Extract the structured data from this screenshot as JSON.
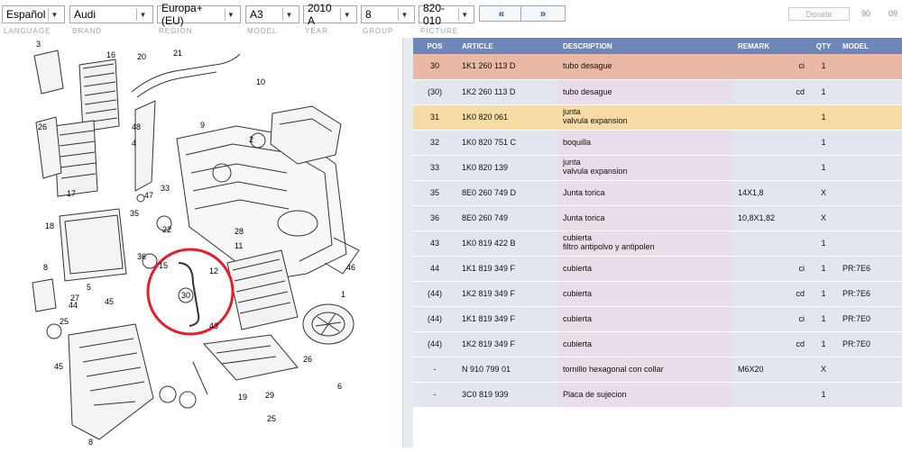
{
  "selectors": {
    "language": "Español",
    "brand": "Audi",
    "region": "Europa+ (EU)",
    "model": "A3",
    "year": "2010 A",
    "group": "8",
    "picture": "820-010"
  },
  "captions": {
    "language": "LANGUAGE",
    "brand": "BRAND",
    "region": "REGION",
    "model": "MODEL",
    "year": "YEAR",
    "group": "GROUP",
    "picture": "PICTURE"
  },
  "nav": {
    "prev": "«",
    "next": "»"
  },
  "donate": "Donate",
  "counters": {
    "a": "90",
    "b": "09"
  },
  "table": {
    "headers": {
      "pos": "POS",
      "article": "ARTICLE",
      "description": "DESCRIPTION",
      "remark": "REMARK",
      "qty": "QTY",
      "model": "MODEL"
    },
    "rows": [
      {
        "pos": "30",
        "article": "1K1 260 113 D",
        "desc1": "tubo desague",
        "desc2": "",
        "remark": "",
        "code": "ci",
        "qty": "1",
        "model": "",
        "hl": "hl1"
      },
      {
        "pos": "(30)",
        "article": "1K2 260 113 D",
        "desc1": "tubo desague",
        "desc2": "",
        "remark": "",
        "code": "cd",
        "qty": "1",
        "model": "",
        "hl": "norm"
      },
      {
        "pos": "31",
        "article": "1K0 820 061",
        "desc1": "junta",
        "desc2": "valvula expansion",
        "remark": "",
        "code": "",
        "qty": "1",
        "model": "",
        "hl": "hl2"
      },
      {
        "pos": "32",
        "article": "1K0 820 751 C",
        "desc1": "boquilla",
        "desc2": "",
        "remark": "",
        "code": "",
        "qty": "1",
        "model": "",
        "hl": "norm"
      },
      {
        "pos": "33",
        "article": "1K0 820 139",
        "desc1": "junta",
        "desc2": "valvula expansion",
        "remark": "",
        "code": "",
        "qty": "1",
        "model": "",
        "hl": "norm"
      },
      {
        "pos": "35",
        "article": "8E0 260 749 D",
        "desc1": "Junta torica",
        "desc2": "",
        "remark": "14X1,8",
        "code": "",
        "qty": "X",
        "model": "",
        "hl": "norm"
      },
      {
        "pos": "36",
        "article": "8E0 260 749",
        "desc1": "Junta torica",
        "desc2": "",
        "remark": "10,8X1,82",
        "code": "",
        "qty": "X",
        "model": "",
        "hl": "norm"
      },
      {
        "pos": "43",
        "article": "1K0 819 422 B",
        "desc1": "cubierta",
        "desc2": "filtro antipolvo y antipolen",
        "remark": "",
        "code": "",
        "qty": "1",
        "model": "",
        "hl": "norm"
      },
      {
        "pos": "44",
        "article": "1K1 819 349 F",
        "desc1": "cubierta",
        "desc2": "",
        "remark": "",
        "code": "ci",
        "qty": "1",
        "model": "PR:7E6",
        "hl": "norm"
      },
      {
        "pos": "(44)",
        "article": "1K2 819 349 F",
        "desc1": "cubierta",
        "desc2": "",
        "remark": "",
        "code": "cd",
        "qty": "1",
        "model": "PR:7E6",
        "hl": "norm"
      },
      {
        "pos": "(44)",
        "article": "1K1 819 349 F",
        "desc1": "cubierta",
        "desc2": "",
        "remark": "",
        "code": "ci",
        "qty": "1",
        "model": "PR:7E0",
        "hl": "norm"
      },
      {
        "pos": "(44)",
        "article": "1K2 819 349 F",
        "desc1": "cubierta",
        "desc2": "",
        "remark": "",
        "code": "cd",
        "qty": "1",
        "model": "PR:7E0",
        "hl": "norm"
      },
      {
        "pos": "-",
        "article": "N  910 799 01",
        "desc1": "tornillo hexagonal con collar",
        "desc2": "",
        "remark": "M6X20",
        "code": "",
        "qty": "X",
        "model": "",
        "hl": "norm"
      },
      {
        "pos": "-",
        "article": "3C0 819 939",
        "desc1": "Placa de sujecion",
        "desc2": "",
        "remark": "",
        "code": "",
        "qty": "1",
        "model": "",
        "hl": "norm"
      }
    ]
  },
  "diagram": {
    "callouts": [
      "16",
      "20",
      "21",
      "3",
      "10",
      "26",
      "48",
      "4",
      "9",
      "2",
      "17",
      "33",
      "47",
      "35",
      "22",
      "18",
      "28",
      "11",
      "36",
      "15",
      "30",
      "12",
      "46",
      "8",
      "27",
      "45",
      "1",
      "43",
      "25",
      "44",
      "5",
      "26",
      "6",
      "19",
      "29",
      "45",
      "25",
      "8"
    ],
    "highlight_label": "30",
    "highlight_color": "#e0202a"
  }
}
